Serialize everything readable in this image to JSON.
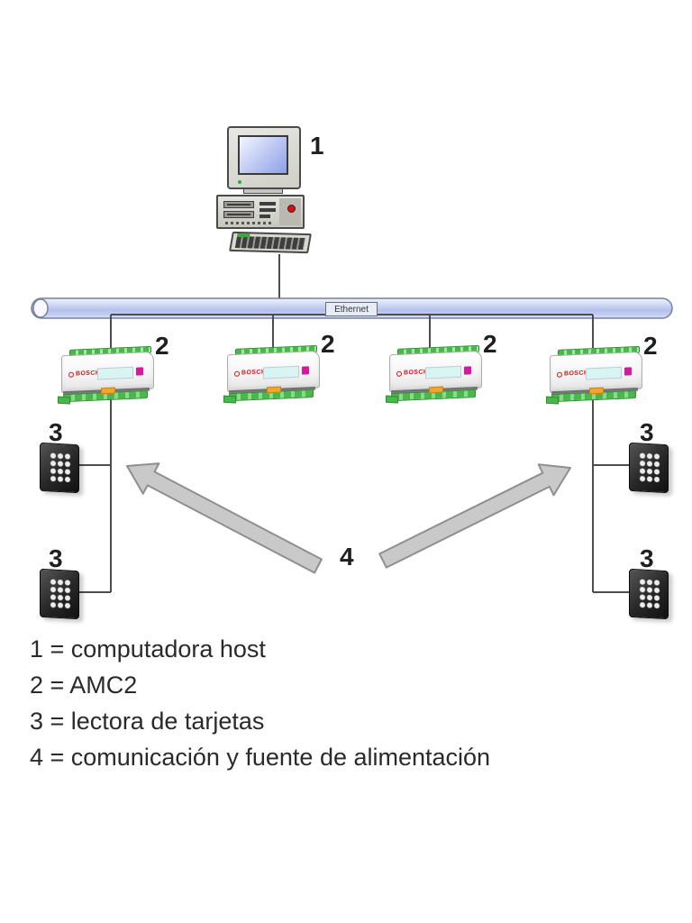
{
  "diagram": {
    "ethernet": {
      "label": "Ethernet"
    },
    "callouts": {
      "host": "1",
      "amc2": "2",
      "reader": "3",
      "comm": "4"
    },
    "devices": {
      "amc2_brand": "BOSCH"
    },
    "legend": {
      "items": [
        "1 = computadora host",
        "2 = AMC2",
        "3 = lectora de tarjetas",
        "4 = comunicación y fuente de alimentación"
      ]
    },
    "colors": {
      "ethernet_bar": "#b9c6ee",
      "wire": "#4d4d4d",
      "arrow_fill": "#c9c9c9",
      "bosch_red": "#d0161c",
      "terminal_green": "#49b84b",
      "display_cyan": "#d8f4f3",
      "led_magenta": "#d5189e",
      "tab_orange": "#f2a52b"
    }
  }
}
